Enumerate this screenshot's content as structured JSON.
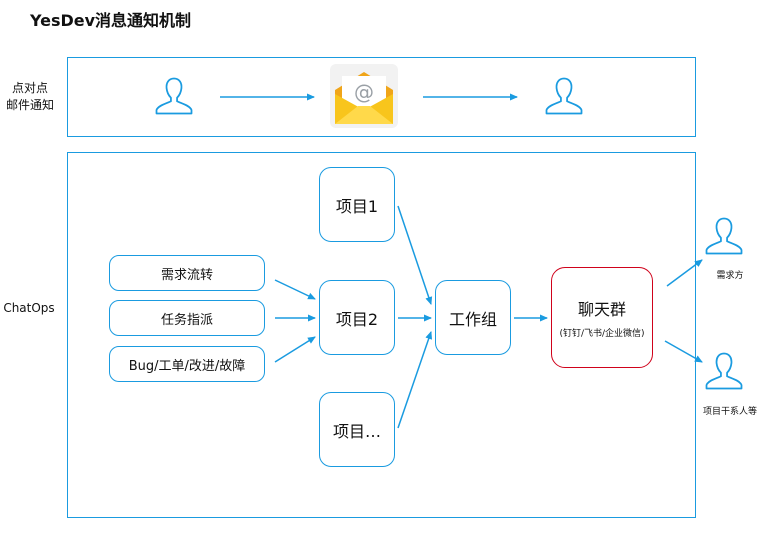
{
  "title": "YesDev消息通知机制",
  "sections": {
    "p2p": {
      "label_line1": "点对点",
      "label_line2": "邮件通知"
    },
    "chatops": {
      "label": "ChatOps"
    }
  },
  "sources": [
    "需求流转",
    "任务指派",
    "Bug/工单/改进/故障"
  ],
  "projects": [
    "项目1",
    "项目2",
    "项目…"
  ],
  "workgroup": "工作组",
  "chat": {
    "title": "聊天群",
    "subtitle": "(钉钉/飞书/企业微信)"
  },
  "recipients": [
    "需求方",
    "项目干系人等"
  ],
  "colors": {
    "accent": "#1a9be0",
    "chat_border": "#d0021b",
    "envelope": "#f8c51c"
  },
  "icons": [
    "person-icon",
    "envelope-icon"
  ]
}
